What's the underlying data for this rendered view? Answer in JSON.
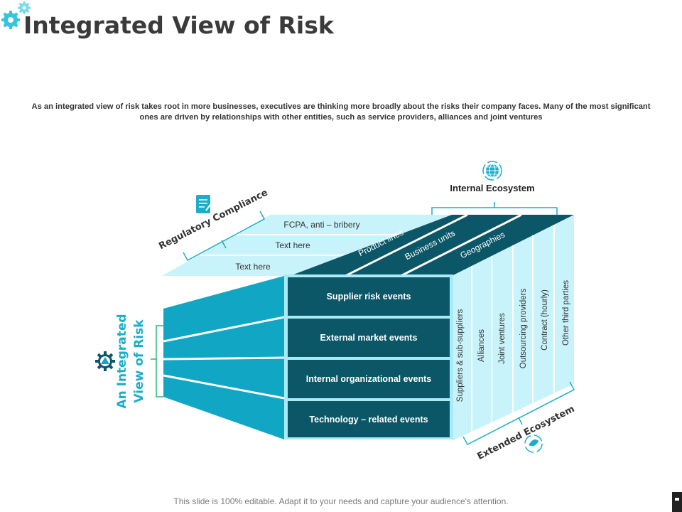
{
  "title": "Integrated View of Risk",
  "intro": "As an integrated view of risk takes root in more businesses, executives are thinking more broadly about the risks their company faces. Many of the most significant ones are driven by relationships with other entities, such as service providers, alliances and joint ventures",
  "regulatory": {
    "label": "Regulatory Compliance",
    "rows": [
      "FCPA, anti – bribery",
      "Text here",
      "Text here"
    ]
  },
  "internal": {
    "label": "Internal Ecosystem",
    "items": [
      "Product lines",
      "Business units",
      "Geographies"
    ]
  },
  "events": [
    "Supplier risk events",
    "External market events",
    "Internal organizational events",
    "Technology – related events"
  ],
  "extended": {
    "label": "Extended Ecosystem",
    "items": [
      "Suppliers & sub-suppliers",
      "Alliances",
      "Joint ventures",
      "Outsourcing providers",
      "Contract (hourly)",
      "Other third parties"
    ]
  },
  "side": {
    "line1": "An Integrated",
    "line2": "View of Risk"
  },
  "footer": "This slide is 100% editable. Adapt it to your needs and capture your audience's attention.",
  "colors": {
    "dark_teal": "#0b5667",
    "medium_teal": "#11a7c4",
    "light_cyan": "#c9f3fb",
    "title_accent": "#1aaec9"
  }
}
